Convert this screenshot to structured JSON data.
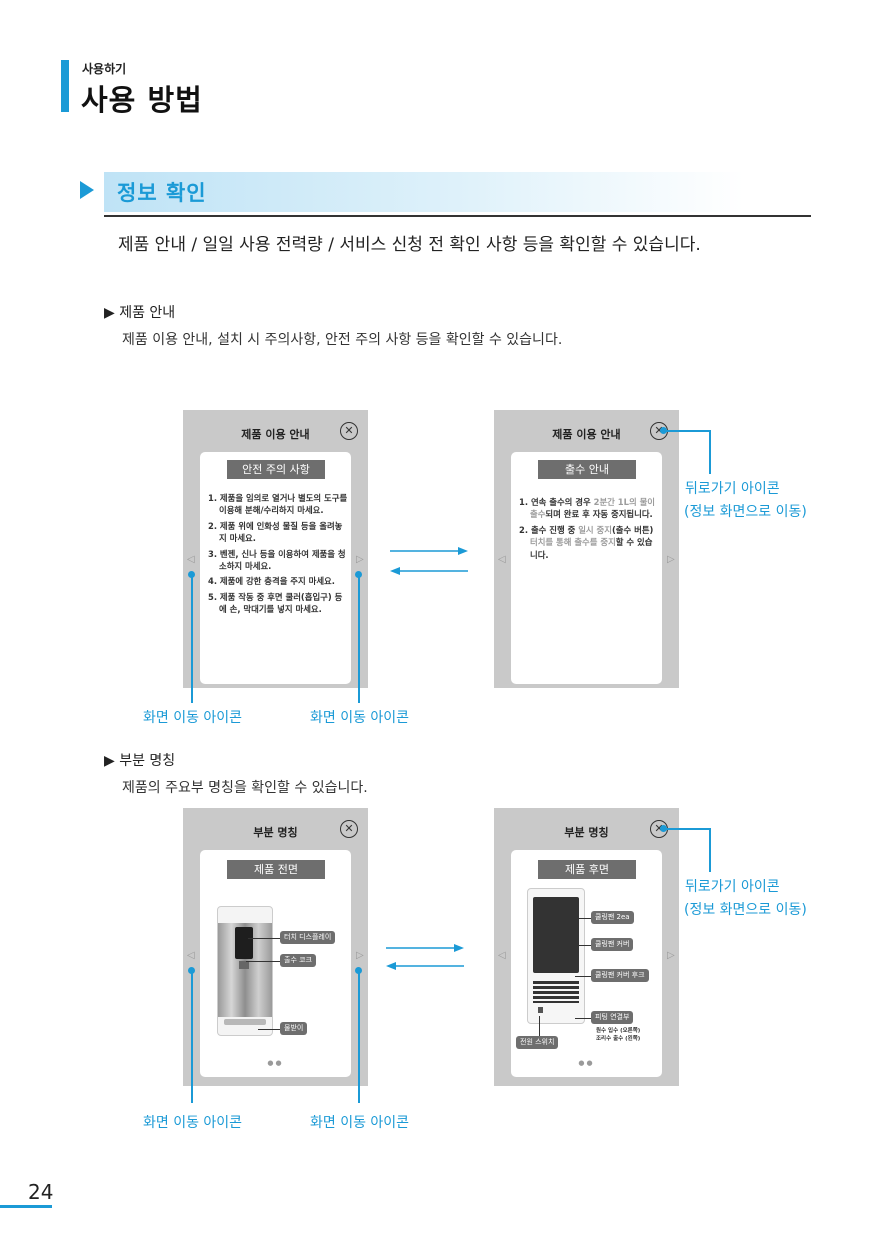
{
  "header": {
    "subtitle": "사용하기",
    "title": "사용 방법"
  },
  "section": {
    "title": "정보 확인",
    "description": "제품 안내  / 일일 사용 전력량 / 서비스 신청 전 확인 사항 등을 확인할 수 있습니다."
  },
  "product_guide": {
    "heading": "▶ 제품 안내",
    "description": "제품 이용 안내, 설치 시 주의사항, 안전 주의 사항 등을 확인할 수 있습니다.",
    "screen1": {
      "title": "제품 이용 안내",
      "close": "✕",
      "chip": "안전 주의 사항",
      "items": [
        "1. 제품을 임의로 열거나 별도의 도구를 이용해 분해/수리하지 마세요.",
        "2. 제품 위에 인화성 물질 등을 올려놓지 마세요.",
        "3. 벤젠, 신나 등을 이용하여 제품을 청소하지 마세요.",
        "4. 제품에 강한 충격을 주지 마세요.",
        "5. 제품 작동 중 후면 쿨러(흡입구) 등에 손, 막대기를 넣지 마세요."
      ]
    },
    "screen2": {
      "title": "제품 이용 안내",
      "close": "✕",
      "chip": "출수 안내",
      "item1": {
        "num": "1.",
        "a": "연속 출수의 경우 ",
        "b": "2분간 1L의 물이 출수",
        "c": "되며 완료 후 자동 중지됩니다."
      },
      "item2": {
        "num": "2.",
        "a": "출수 진행 중 ",
        "b": "일시 중지",
        "c": "(출수 버튼) ",
        "d": "터치를 통해 출수를 중지",
        "e": "할 수 있습니다."
      }
    }
  },
  "part_names": {
    "heading": "▶ 부분 명칭",
    "description": "제품의 주요부 명칭을 확인할 수 있습니다.",
    "screen1": {
      "title": "부분 명칭",
      "close": "✕",
      "chip": "제품 전면",
      "labels": [
        "터치 디스플레이",
        "출수 코크",
        "물받이"
      ],
      "dots": "●●"
    },
    "screen2": {
      "title": "부분 명칭",
      "close": "✕",
      "chip": "제품 후면",
      "labels": [
        "쿨링팬 2ea",
        "쿨링팬 커버",
        "쿨링팬 커버 후크",
        "피팅 연결부",
        "전원 스위치"
      ],
      "note1": "원수 입수 (오른쪽)",
      "note2": "조리수 출수 (왼쪽)",
      "dots": "●●"
    }
  },
  "callouts": {
    "nav_icon": "화면 이동 아이콘",
    "back_icon_line1": "뒤로가기 아이콘",
    "back_icon_line2": "(정보 화면으로 이동)"
  },
  "page_number": "24",
  "colors": {
    "accent": "#1b9ad6",
    "chip": "#6e6e6e",
    "screen_bg": "#c9c9c9"
  },
  "icons": {
    "close": "close-circle-icon",
    "left": "chevron-left-icon",
    "right": "chevron-right-icon"
  }
}
